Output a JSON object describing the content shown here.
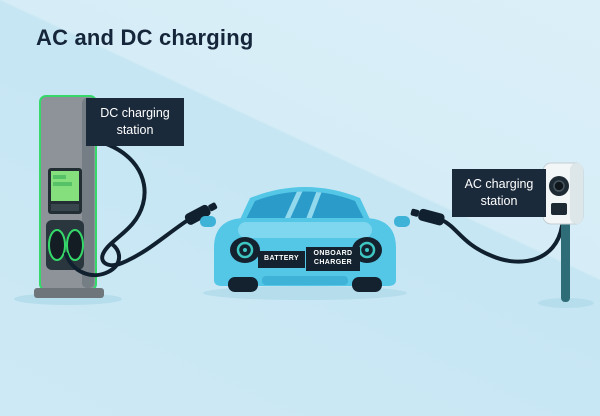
{
  "title": "AC and DC charging",
  "dc_station": {
    "label": "DC charging station"
  },
  "ac_station": {
    "label": "AC charging station"
  },
  "car": {
    "battery_label": "BATTERY",
    "onboard_charger_label": "ONBOARD CHARGER"
  },
  "colors": {
    "background": "#cde9f5",
    "label_box_bg": "#1b2a3b",
    "label_text": "#ffffff",
    "title_text": "#15253a",
    "car_body": "#54c6e6",
    "windshield": "#2b9cc9",
    "station_body": "#8d9399",
    "station_accent_green": "#35d96a",
    "station_screen_green": "#86df7d",
    "ac_pole_teal": "#2e6d77",
    "cable": "#10202e"
  }
}
